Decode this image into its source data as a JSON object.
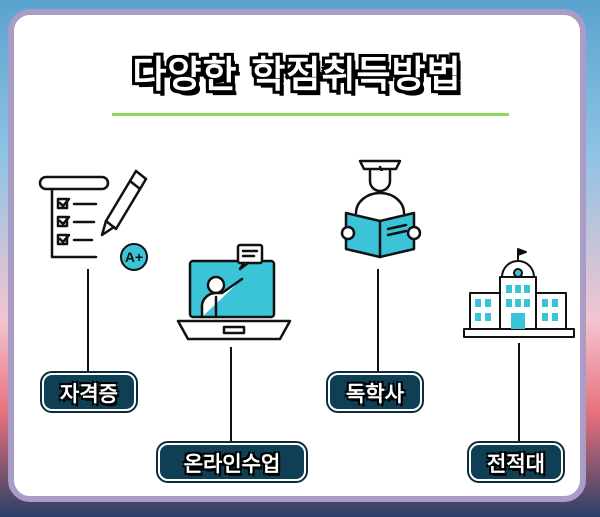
{
  "title": "다양한 학점취득방법",
  "methods": [
    {
      "label": "자격증",
      "icon": "checklist-pencil-icon",
      "badge": "A+"
    },
    {
      "label": "온라인수업",
      "icon": "laptop-lecture-icon"
    },
    {
      "label": "독학사",
      "icon": "graduate-reading-icon"
    },
    {
      "label": "전적대",
      "icon": "university-building-icon"
    }
  ],
  "colors": {
    "label_bg": "#0f3f55",
    "accent_teal": "#3bc3d8",
    "underline": "#8bd95b",
    "frame_border": "#a99cc6"
  }
}
